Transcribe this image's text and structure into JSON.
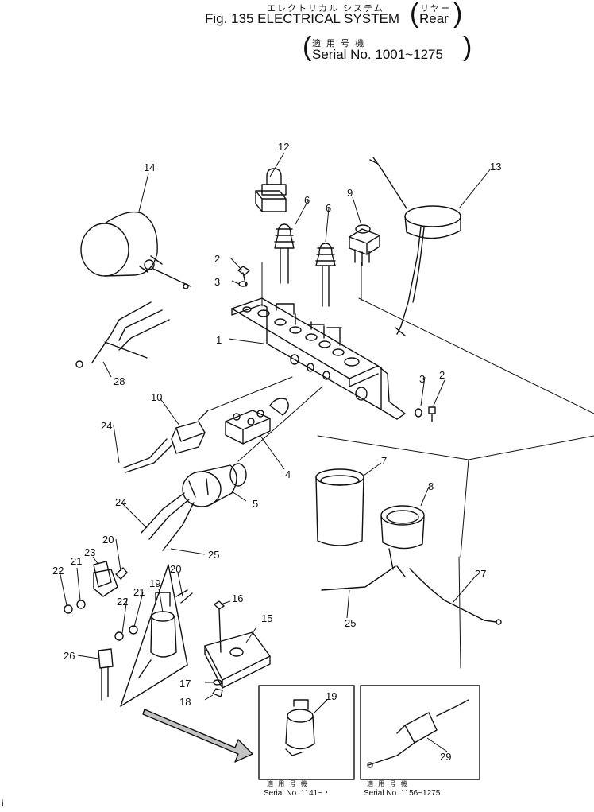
{
  "header": {
    "title_jp": "エレクトリカル システム",
    "title_en": "Fig. 135 ELECTRICAL SYSTEM",
    "location_jp": "リヤー",
    "location_en": "Rear",
    "serial_jp": "適 用 号 機",
    "serial_en": "Serial No. 1001~1275"
  },
  "callouts": [
    "1",
    "2",
    "2",
    "3",
    "3",
    "4",
    "5",
    "6",
    "6",
    "7",
    "8",
    "9",
    "10",
    "12",
    "13",
    "14",
    "15",
    "16",
    "17",
    "18",
    "19",
    "20",
    "20",
    "21",
    "21",
    "22",
    "22",
    "23",
    "24",
    "24",
    "25",
    "25",
    "26",
    "27",
    "28",
    "29"
  ],
  "insets": [
    {
      "callout": "19",
      "caption_jp": "適 用 号 機",
      "caption_en": "Serial No. 1141~・"
    },
    {
      "callout": "29",
      "caption_jp": "適 用 号 機",
      "caption_en": "Serial No. 1156~1275"
    }
  ],
  "margin_mark": "i"
}
